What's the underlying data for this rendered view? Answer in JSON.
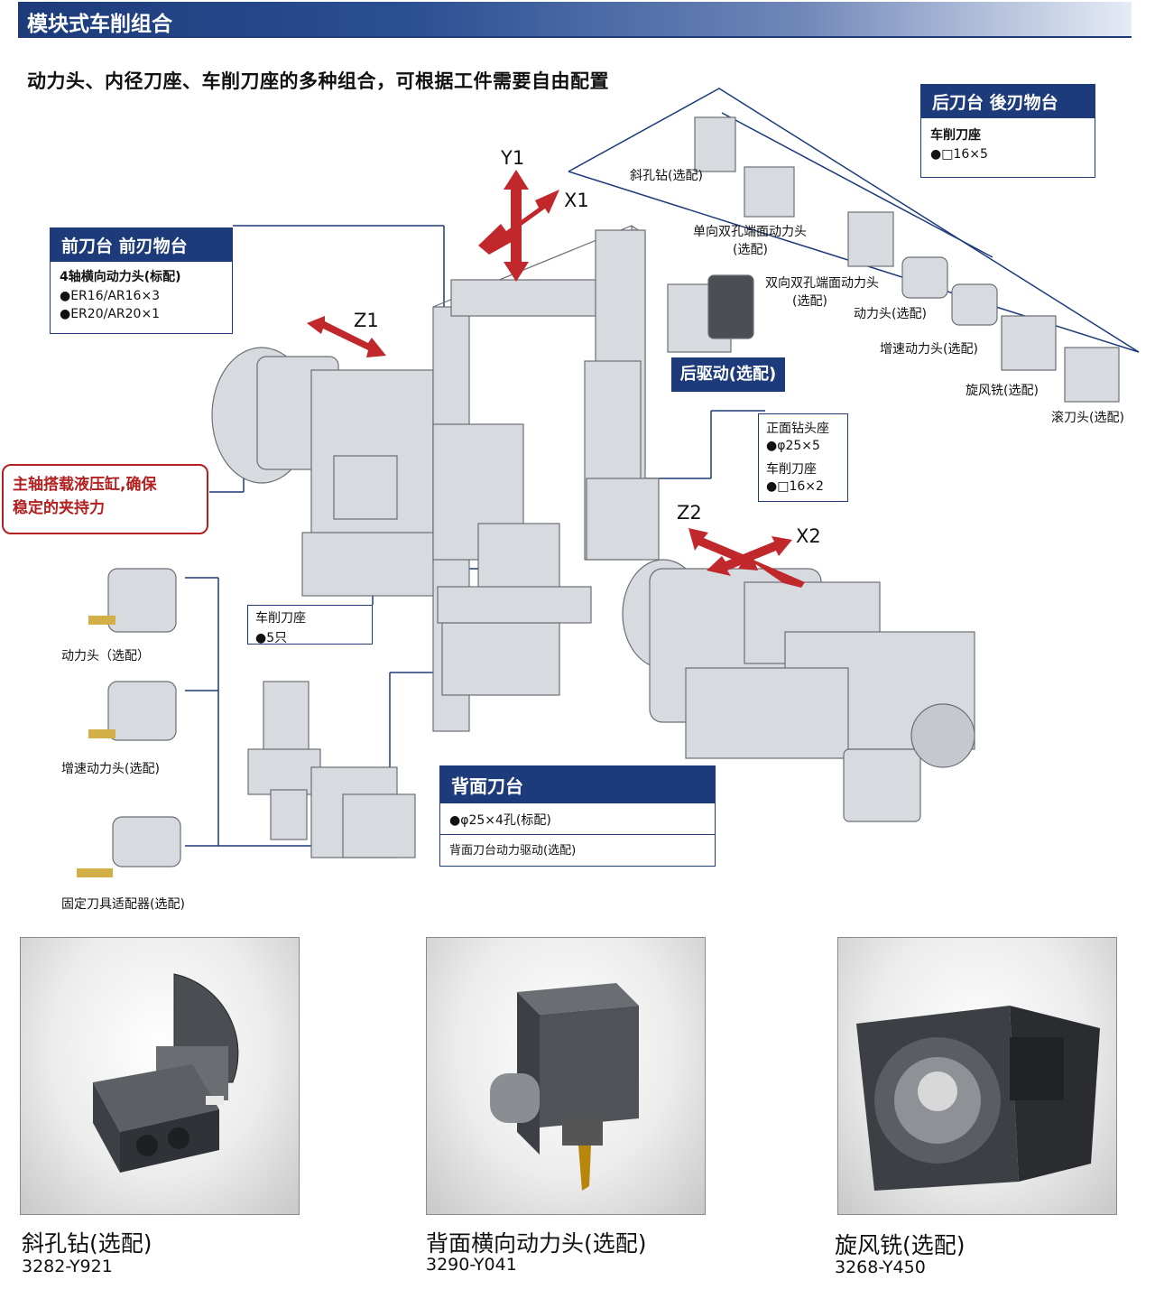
{
  "header": {
    "title": "模块式车削组合"
  },
  "subtitle": "动力头、内径刀座、车削刀座的多种组合，可根据工件需要自由配置",
  "axes": {
    "y1": "Y1",
    "x1": "X1",
    "z1": "Z1",
    "z2": "Z2",
    "x2": "X2"
  },
  "front_post": {
    "title": "前刀台  前刃物台",
    "lines": [
      "4轴横向动力头(标配)",
      "●ER16/AR16×3",
      "●ER20/AR20×1"
    ]
  },
  "rear_post": {
    "title": "后刀台 後刃物台",
    "lines": [
      "车削刀座",
      "●□16×5"
    ]
  },
  "rear_tools": [
    "斜孔钻(选配)",
    "单向双孔端面动力头",
    "(选配)",
    "双向双孔端面动力头",
    "(选配)",
    "动力头(选配)",
    "增速动力头(选配)",
    "旋风铣(选配)",
    "滚刀头(选配)"
  ],
  "rear_drive": "后驱动(选配)",
  "front_drill": {
    "lines": [
      "正面钻头座",
      "●φ25×5",
      "车削刀座",
      "●□16×2"
    ]
  },
  "spindle_note": [
    "主轴搭载液压缸,确保",
    "稳定的夹持力"
  ],
  "turning_holder": {
    "lines": [
      "车削刀座",
      "●5只"
    ]
  },
  "left_tools": [
    "动力头（选配）",
    "增速动力头(选配)",
    "固定刀具适配器(选配)"
  ],
  "back_post": {
    "title": "背面刀台",
    "lines": [
      "●φ25×4孔(标配)",
      "背面刀台动力驱动(选配)"
    ]
  },
  "photos": [
    {
      "name": "斜孔钻(选配)",
      "code": "3282-Y921"
    },
    {
      "name": "背面横向动力头(选配)",
      "code": "3290-Y041"
    },
    {
      "name": "旋风铣(选配)",
      "code": "3268-Y450"
    }
  ],
  "colors": {
    "navy": "#1d3b7a",
    "red": "#b32020",
    "arrow": "#c0282c",
    "machine": "#d7dadf"
  }
}
